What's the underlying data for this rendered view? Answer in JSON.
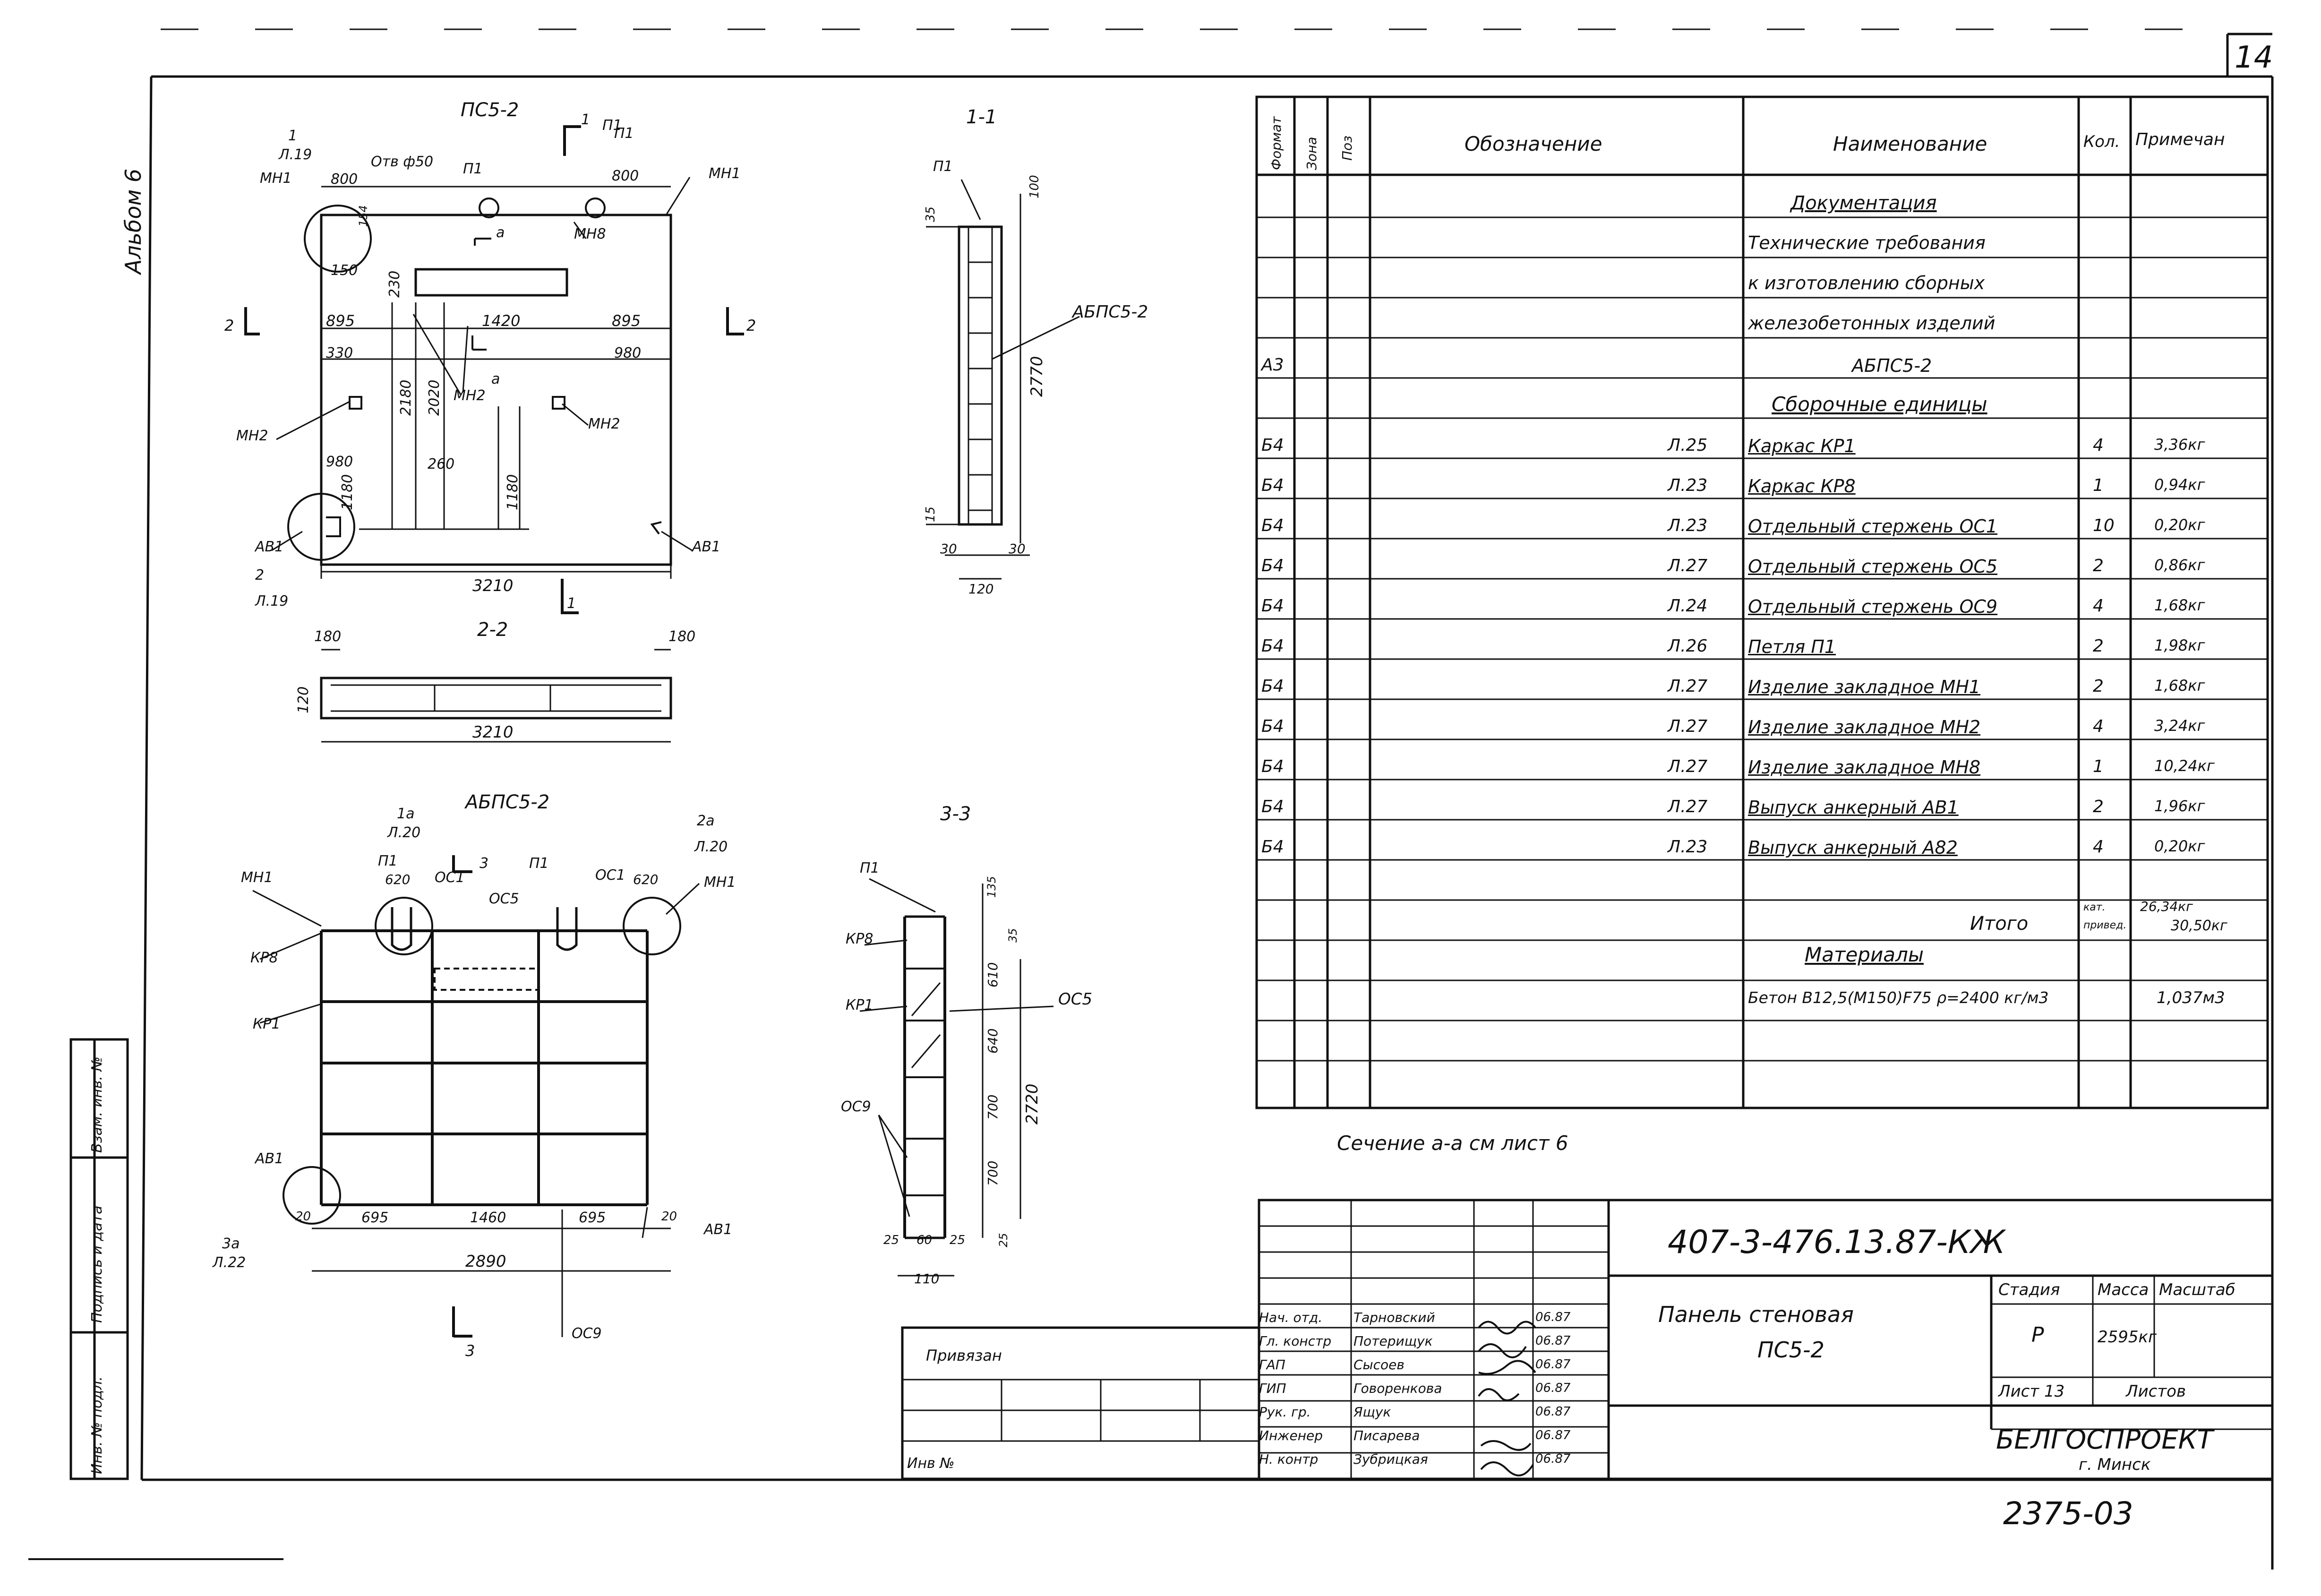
{
  "sheet": {
    "page_number": "14",
    "album": "Альбом 6",
    "bottom_code": "2375-03"
  },
  "drawings": {
    "plan_title": "ПС5-2",
    "plan_dims": [
      "800",
      "800",
      "150",
      "230",
      "895",
      "1420",
      "895",
      "330",
      "980",
      "2180",
      "2020",
      "980",
      "260",
      "1180",
      "1180",
      "3210",
      "Отв ф50",
      "154"
    ],
    "plan_labels": [
      "МН1",
      "МН1",
      "П1",
      "П1",
      "МН8",
      "МН2",
      "МН2",
      "МН2",
      "АВ1",
      "АВ1",
      "1",
      "Л.19",
      "2",
      "Л.19",
      "1",
      "П1",
      "1",
      "a",
      "a",
      "2",
      "2"
    ],
    "sec11_title": "1-1",
    "sec11_dims": [
      "100",
      "35",
      "2770",
      "15",
      "30",
      "30",
      "120"
    ],
    "sec11_labels": [
      "П1",
      "АБПС5-2"
    ],
    "sec22_title": "2-2",
    "sec22_dims": [
      "180",
      "180",
      "120",
      "3210"
    ],
    "cage_title": "АБПС5-2",
    "cage_dims": [
      "620",
      "620",
      "695",
      "1460",
      "695",
      "2890",
      "20",
      "20"
    ],
    "cage_labels": [
      "1а",
      "Л.20",
      "2а",
      "Л.20",
      "П1",
      "П1",
      "ОС1",
      "ОС1",
      "3",
      "ОС5",
      "МН1",
      "МН1",
      "КР8",
      "КР1",
      "АВ1",
      "АВ1",
      "3а",
      "Л.22",
      "ОС9",
      "3"
    ],
    "sec33_title": "3-3",
    "sec33_dims": [
      "135",
      "35",
      "610",
      "640",
      "700",
      "700",
      "2720",
      "25",
      "60",
      "25",
      "110",
      "25"
    ],
    "sec33_labels": [
      "П1",
      "КР8",
      "КР1",
      "ОС9",
      "ОС5"
    ],
    "section_note": "Сечение а-а см лист 6"
  },
  "spec": {
    "headers": {
      "format": "Формат",
      "zone": "Зона",
      "pos": "Поз",
      "designation": "Обозначение",
      "name": "Наименование",
      "qty": "Кол.",
      "note": "Примечан"
    },
    "doc_heading": "Документация",
    "doc_lines": [
      "Технические требования",
      "к изготовлению сборных",
      "железобетонных изделий"
    ],
    "doc_format": "А3",
    "doc_code": "АБПС5-2",
    "assembly_heading": "Сборочные единицы",
    "rows": [
      {
        "format": "Б4",
        "desig": "Л.25",
        "name": "Каркас КР1",
        "qty": "4",
        "note": "3,36кг"
      },
      {
        "format": "Б4",
        "desig": "Л.23",
        "name": "Каркас КР8",
        "qty": "1",
        "note": "0,94кг"
      },
      {
        "format": "Б4",
        "desig": "Л.23",
        "name": "Отдельный стержень ОС1",
        "qty": "10",
        "note": "0,20кг"
      },
      {
        "format": "Б4",
        "desig": "Л.27",
        "name": "Отдельный стержень ОС5",
        "qty": "2",
        "note": "0,86кг"
      },
      {
        "format": "Б4",
        "desig": "Л.24",
        "name": "Отдельный стержень ОС9",
        "qty": "4",
        "note": "1,68кг"
      },
      {
        "format": "Б4",
        "desig": "Л.26",
        "name": "Петля П1",
        "qty": "2",
        "note": "1,98кг"
      },
      {
        "format": "Б4",
        "desig": "Л.27",
        "name": "Изделие закладное МН1",
        "qty": "2",
        "note": "1,68кг"
      },
      {
        "format": "Б4",
        "desig": "Л.27",
        "name": "Изделие закладное МН2",
        "qty": "4",
        "note": "3,24кг"
      },
      {
        "format": "Б4",
        "desig": "Л.27",
        "name": "Изделие закладное МН8",
        "qty": "1",
        "note": "10,24кг"
      },
      {
        "format": "Б4",
        "desig": "Л.27",
        "name": "Выпуск анкерный АВ1",
        "qty": "2",
        "note": "1,96кг"
      },
      {
        "format": "Б4",
        "desig": "Л.23",
        "name": "Выпуск анкерный А82",
        "qty": "4",
        "note": "0,20кг"
      }
    ],
    "total_label": "Итого",
    "total_qty_top": "кат.",
    "total_qty_bottom": "привед.",
    "total_note_top": "26,34кг",
    "total_note_bottom": "30,50кг",
    "materials_heading": "Материалы",
    "concrete_name": "Бетон В12,5(М150)F75 ρ=2400 кг/м3",
    "concrete_note": "1,037м3"
  },
  "title_block": {
    "code": "407-3-476.13.87-КЖ",
    "object_title_1": "Панель стеновая",
    "object_title_2": "ПС5-2",
    "stage_label": "Стадия",
    "mass_label": "Масса",
    "scale_label": "Масштаб",
    "stage_value": "Р",
    "mass_value": "2595кг",
    "sheet_label": "Лист 13",
    "sheets_label": "Листов",
    "org_name": "БЕЛГОСПРОЕКТ",
    "org_city": "г. Минск",
    "privyazan": "Привязан",
    "inv_no": "Инв №",
    "signatures": [
      {
        "role": "Нач. отд.",
        "name": "Тарновский",
        "date": "06.87"
      },
      {
        "role": "Гл. констр",
        "name": "Потерищук",
        "date": "06.87"
      },
      {
        "role": "ГАП",
        "name": "Сысоев",
        "date": "06.87"
      },
      {
        "role": "ГИП",
        "name": "Говоренкова",
        "date": "06.87"
      },
      {
        "role": "Рук. гр.",
        "name": "Ящук",
        "date": "06.87"
      },
      {
        "role": "Инженер",
        "name": "Писарева",
        "date": "06.87"
      },
      {
        "role": "Н. контр",
        "name": "Зубрицкая",
        "date": "06.87"
      }
    ]
  },
  "margin_stamp": {
    "inv_podl": "Инв. № подл.",
    "sign_date": "Подпись и дата",
    "vzam_inv": "Взам. инв. №"
  }
}
